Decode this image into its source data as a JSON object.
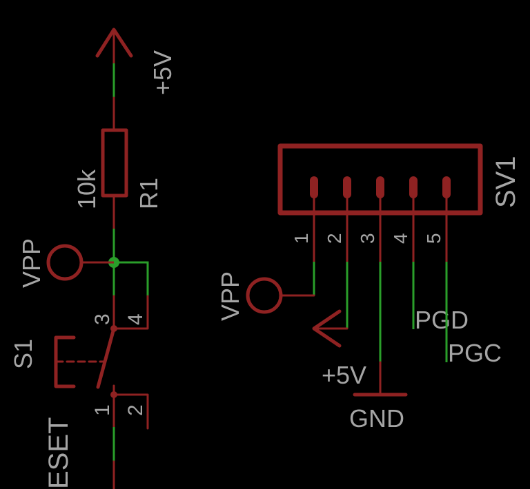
{
  "colors": {
    "background": "#000000",
    "symbol": "#8f2222",
    "net": "#2a9e2a",
    "text": "#a5a5a5"
  },
  "left": {
    "supply_label": "+5V",
    "resistor": {
      "name": "R1",
      "value": "10k"
    },
    "vpp_label": "VPP",
    "switch": {
      "name": "S1",
      "pins": [
        "1",
        "2",
        "3",
        "4"
      ]
    },
    "reset_label": "ESET"
  },
  "right": {
    "header": {
      "name": "SV1",
      "pins": [
        "1",
        "2",
        "3",
        "4",
        "5"
      ]
    },
    "vpp_label": "VPP",
    "supply_label": "+5V",
    "gnd_label": "GND",
    "pgd_label": "PGD",
    "pgc_label": "PGC"
  }
}
